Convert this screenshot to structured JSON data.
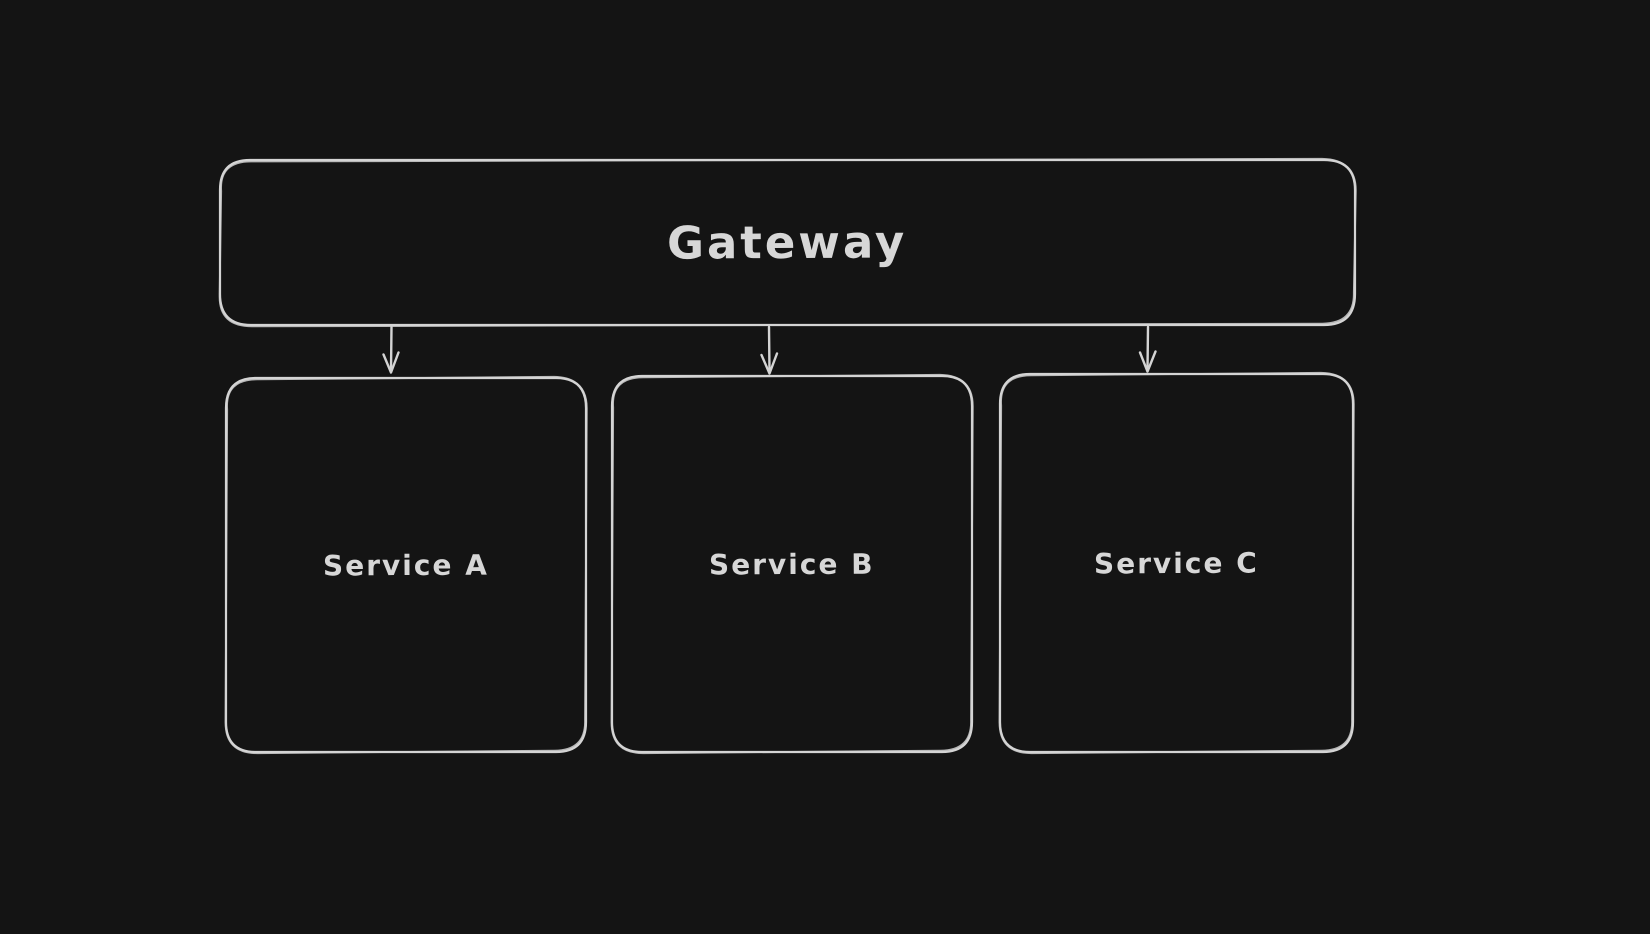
{
  "canvas": {
    "background_color": "#141414",
    "stroke_color": "#d4d4d4",
    "text_color": "#d7d7d7",
    "style": "hand-drawn"
  },
  "diagram": {
    "type": "flowchart",
    "nodes": [
      {
        "id": "gateway",
        "label": "Gateway",
        "shape": "rounded-rectangle"
      },
      {
        "id": "service-a",
        "label": "Service A",
        "shape": "rounded-rectangle"
      },
      {
        "id": "service-b",
        "label": "Service B",
        "shape": "rounded-rectangle"
      },
      {
        "id": "service-c",
        "label": "Service C",
        "shape": "rounded-rectangle"
      }
    ],
    "edges": [
      {
        "from": "gateway",
        "to": "service-a",
        "arrowhead": "open-arrow",
        "direction": "down"
      },
      {
        "from": "gateway",
        "to": "service-b",
        "arrowhead": "open-arrow",
        "direction": "down"
      },
      {
        "from": "gateway",
        "to": "service-c",
        "arrowhead": "open-arrow",
        "direction": "down"
      }
    ]
  }
}
